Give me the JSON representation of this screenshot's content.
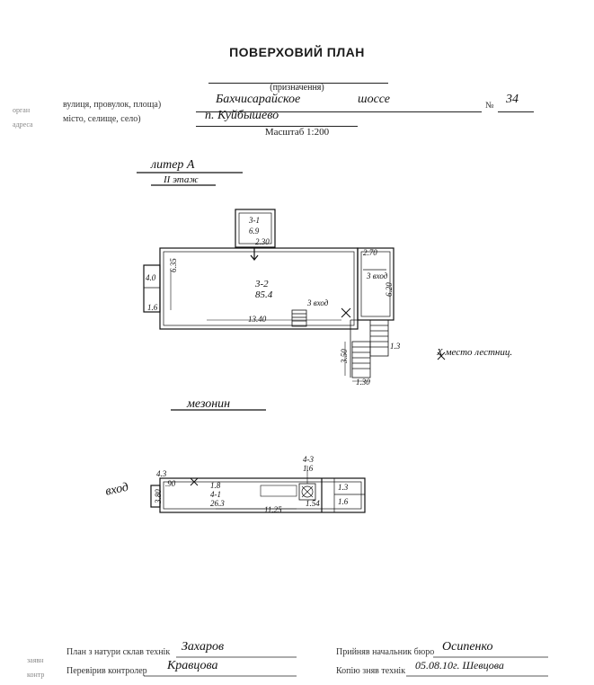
{
  "doc": {
    "title": "ПОВЕРХОВИЙ ПЛАН",
    "purpose_label": "(призначення)",
    "street_label": "вулиця, провулок, площа)",
    "street_value": "Бахчисарайское",
    "street_suffix": "шоссе",
    "house_label": "№",
    "house_value": "34",
    "city_label": "місто, селище, село)",
    "city_value": "п. Куйбышево",
    "scale": "Масштаб 1:200",
    "margin_left_1": "орган",
    "margin_left_2": "адреса"
  },
  "plan": {
    "letter": "литер А",
    "floor": "II этаж",
    "rooms": [
      {
        "id": "3-1",
        "area": "6.9"
      },
      {
        "id": "3-2",
        "area": "85.4"
      }
    ],
    "dims": {
      "d1": "2.30",
      "d2": "2.70",
      "d3": "6.35",
      "d4": "1.6",
      "d5": "4.0",
      "d6": "13.40",
      "d7": "6.20",
      "d8": "3.50",
      "d9": "1.30",
      "d10": "1.3"
    },
    "stair_note": "3 вход",
    "side_note": "3 вход",
    "x_note": "Х место лестниц."
  },
  "mezzanine": {
    "label": "мезонин",
    "rooms": [
      {
        "id": "4-1",
        "area": "26.3"
      },
      {
        "id": "4-3",
        "area": "1.6"
      }
    ],
    "dims": {
      "a1": "4.3",
      "a2": "1.8",
      "a3": "1.54",
      "a4": "11.25",
      "a5": "1.3",
      "a6": "1.6",
      "a7": "3.80",
      "a8": ".90"
    },
    "entry": "вход"
  },
  "signatures": {
    "compiled_label": "План з натури склав технік",
    "compiled_value": "Захаров",
    "accepted_label": "Прийняв начальник бюро",
    "accepted_value": "Осипенко",
    "checked_label": "Перевірив контролер",
    "checked_value": "Кравцова",
    "copied_label": "Копію зняв технік",
    "copied_value": "05.08.10г.  Шевцова",
    "margin_3": "заявн",
    "margin_4": "контр"
  }
}
